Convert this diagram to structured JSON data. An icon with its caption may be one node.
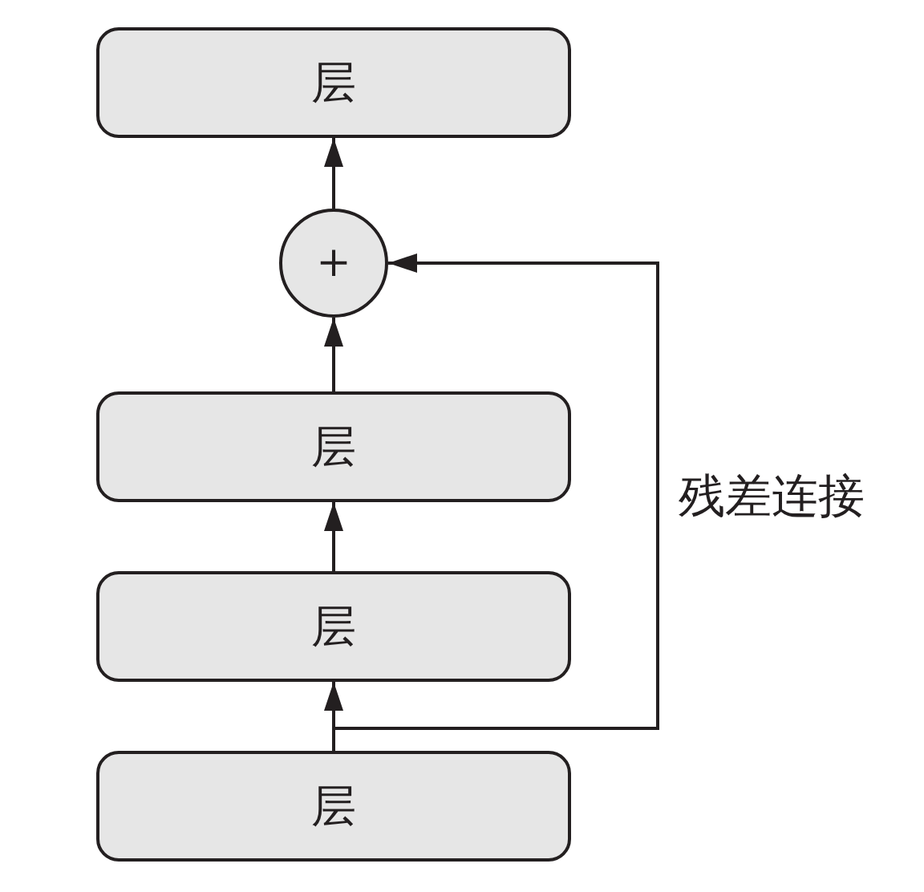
{
  "diagram": {
    "nodes": [
      {
        "text": [
          "层"
        ]
      },
      {
        "text": [
          "+"
        ]
      },
      {
        "text": [
          "层"
        ]
      },
      {
        "text": [
          "层"
        ]
      },
      {
        "text": [
          "层"
        ]
      }
    ],
    "edges": [
      {
        "from": 4,
        "to": 3,
        "arrow": "to"
      },
      {
        "from": 3,
        "to": 2,
        "arrow": "to"
      },
      {
        "from": 2,
        "to": 1,
        "arrow": "to"
      },
      {
        "from": 1,
        "to": 0,
        "arrow": "to"
      },
      {
        "from": 4,
        "to": 1,
        "arrow": "to",
        "label": "残差连接"
      }
    ]
  }
}
